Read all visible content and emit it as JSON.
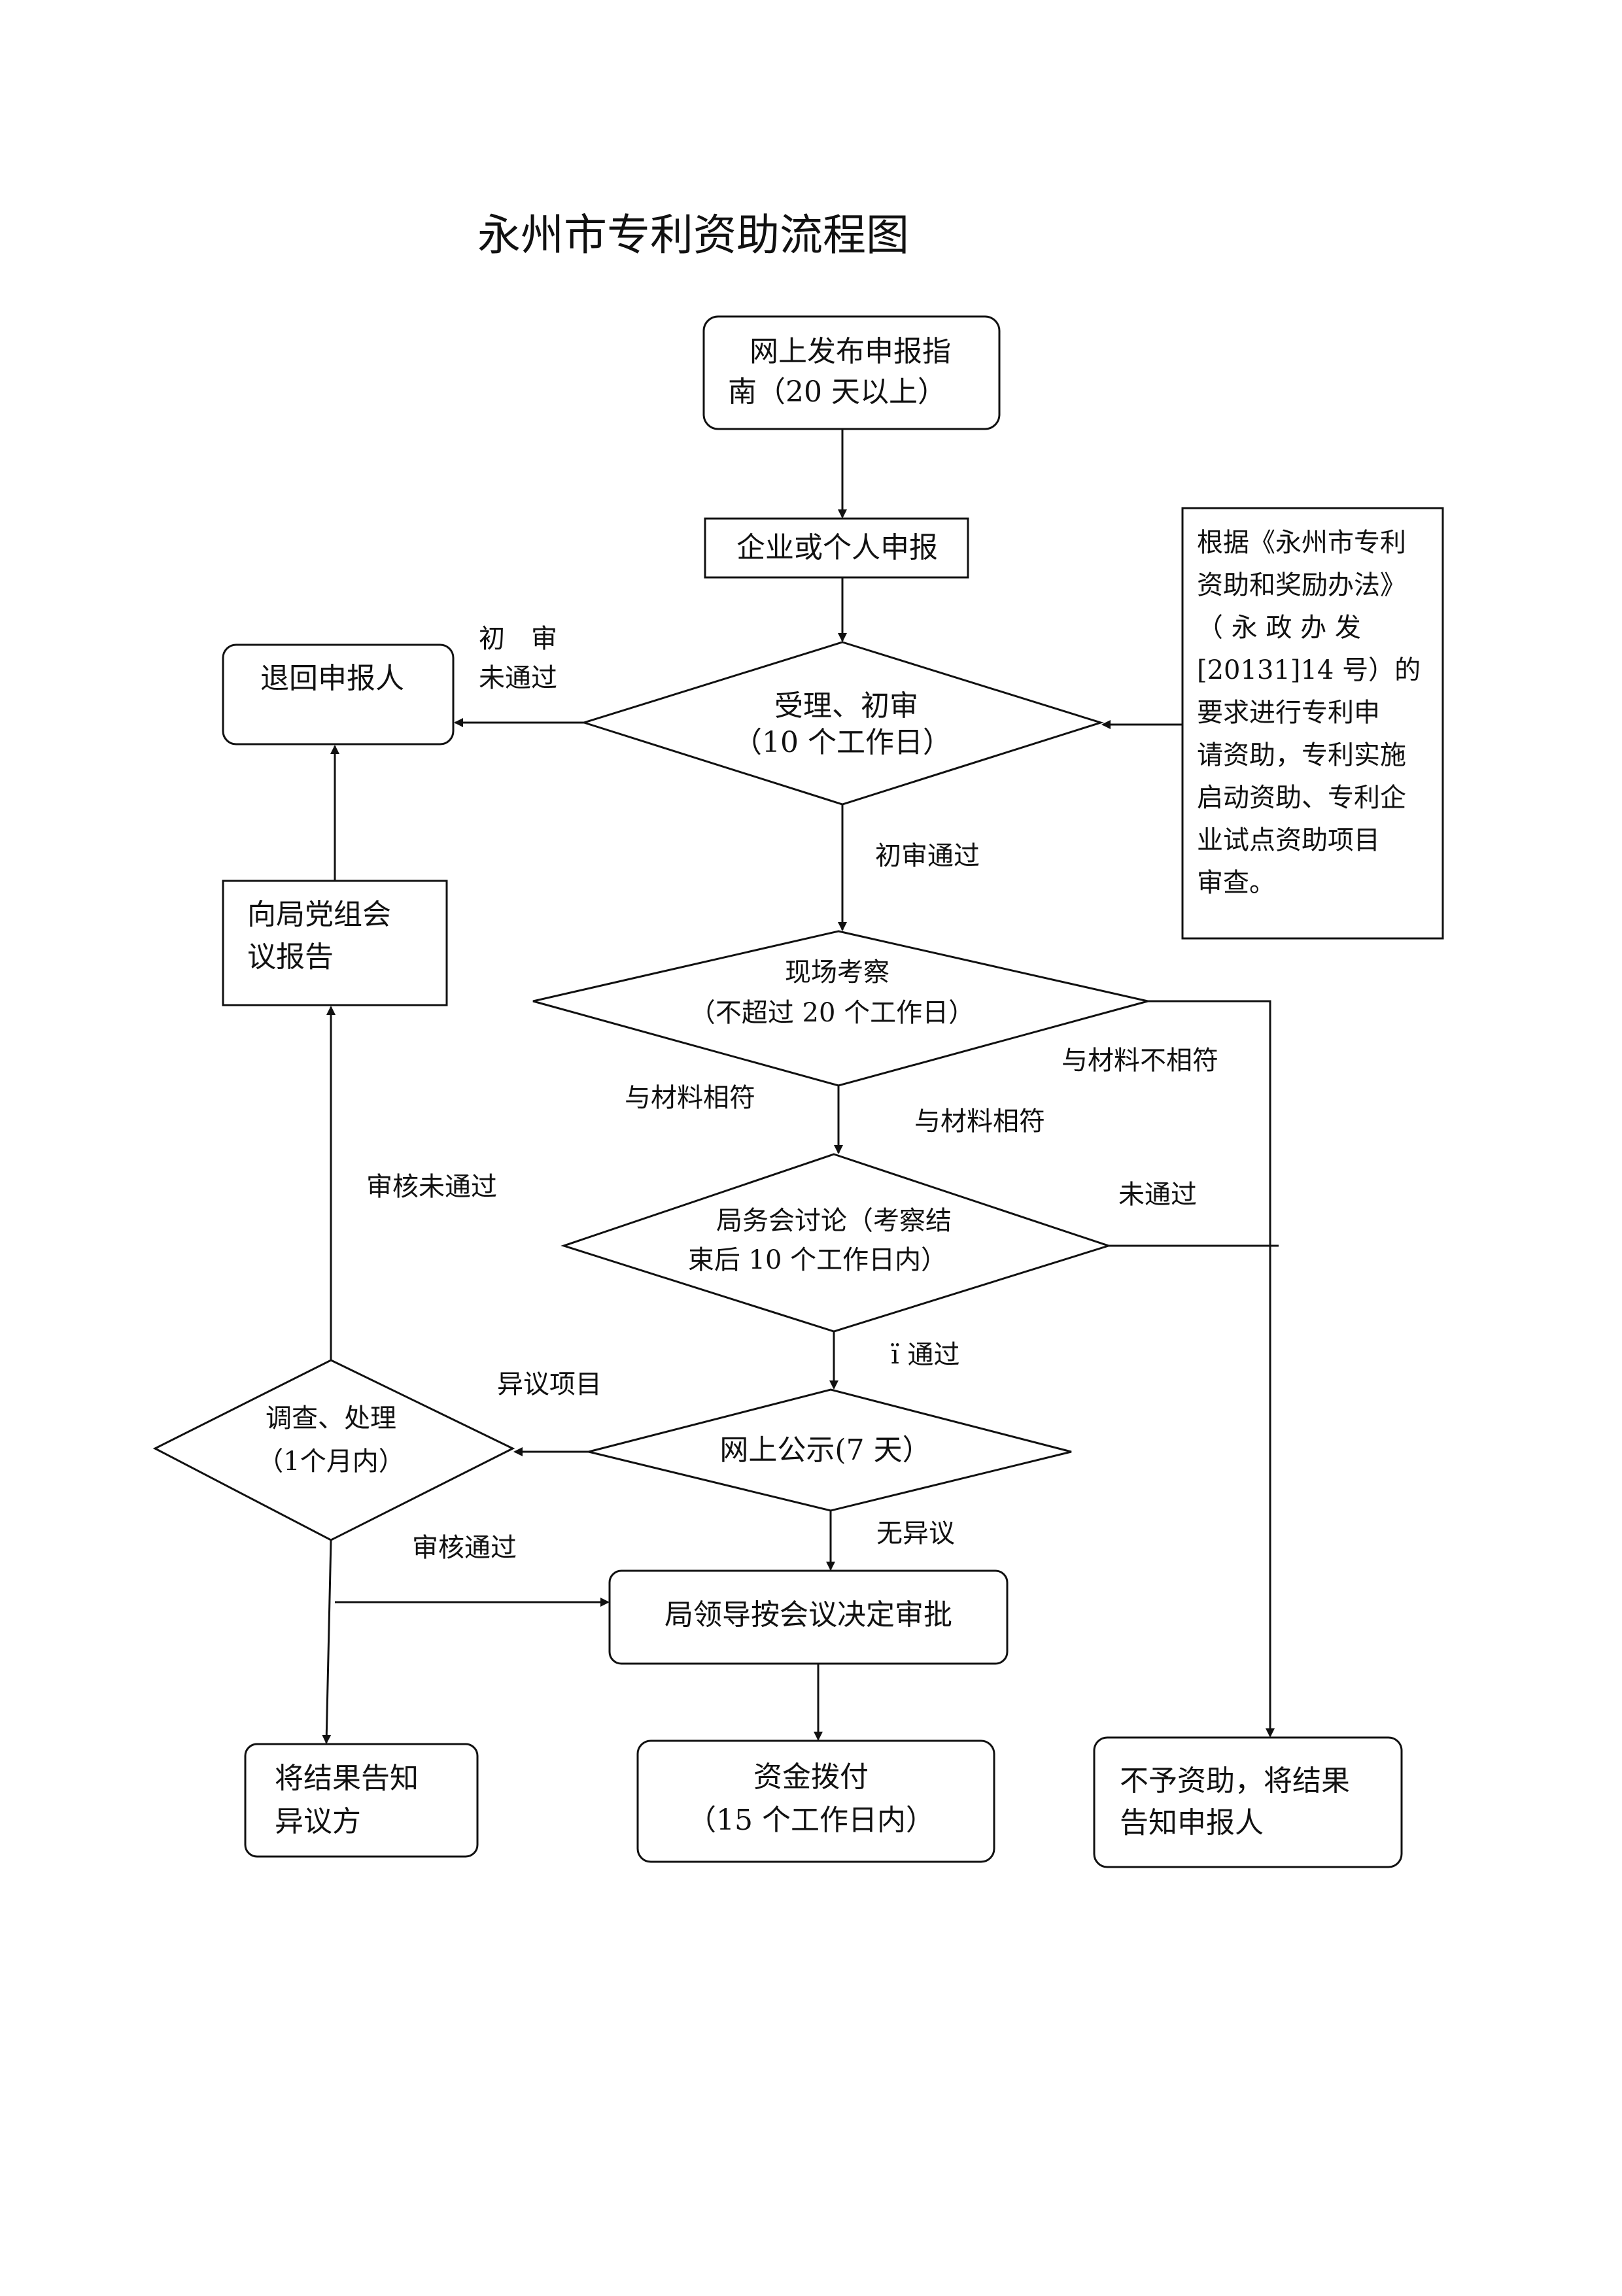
{
  "title": "永州市专利资助流程图",
  "nodes": {
    "publish_guide": [
      "网上发布申报指",
      "南（20 天以上）"
    ],
    "apply": [
      "企业或个人申报"
    ],
    "accept_review": [
      "受理、初审",
      "（10 个工作日）"
    ],
    "return_applicant": [
      "退回申报人"
    ],
    "report_party": [
      "向局党组会",
      "议报告"
    ],
    "site_inspection": [
      "现场考察",
      "（不超过 20 个工作日）"
    ],
    "bureau_meeting": [
      "局务会讨论（考察结",
      "束后 10 个工作日内）"
    ],
    "online_publicity": [
      "网上公示(7 天）"
    ],
    "investigate": [
      "调查、处理",
      "（1个月内）"
    ],
    "leader_approval": [
      "局领导按会议决定审批"
    ],
    "notify_objector": [
      "将结果告知",
      "异议方"
    ],
    "fund_disbursement": [
      "资金拨付",
      "（15 个工作日内）"
    ],
    "no_funding": [
      "不予资助，将结果",
      "告知申报人"
    ]
  },
  "note": [
    "根据《永州市专利",
    "资助和奖励办法》",
    "（ 永 政 办 发",
    "[20131]14 号）的",
    "要求进行专利申",
    "请资助，专利实施",
    "启动资助、专利企",
    "业试点资助项目",
    "审查。"
  ],
  "edge_labels": {
    "initial_fail": [
      "初　审",
      "未通过"
    ],
    "initial_pass": "初审通过",
    "matches_material_left": "与材料相符",
    "not_match_material": "与材料不相符",
    "matches_material_right": "与材料相符",
    "not_passed": "未通过",
    "audit_fail": "审核未通过",
    "passed": "ï 通过",
    "objection_item": "异议项目",
    "no_objection": "无异议",
    "audit_pass": "审核通过"
  }
}
